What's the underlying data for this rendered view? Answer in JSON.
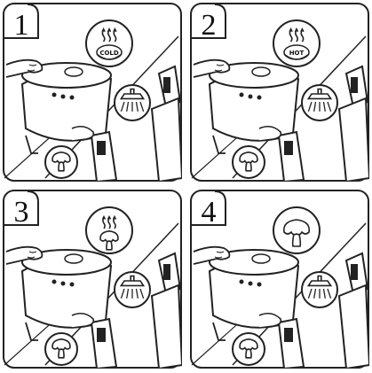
{
  "panels": [
    {
      "number": "1",
      "top_icon": "steam-cold-icon",
      "top_icon_label": "COLD",
      "left_icon": "mushroom-icon",
      "right_icon": "shower-nozzle-icon"
    },
    {
      "number": "2",
      "top_icon": "steam-hot-icon",
      "top_icon_label": "HOT",
      "left_icon": "mushroom-icon",
      "right_icon": "shower-nozzle-icon"
    },
    {
      "number": "3",
      "top_icon": "steam-mushroom-icon",
      "top_icon_label": "",
      "left_icon": "mushroom-icon",
      "right_icon": "shower-nozzle-icon"
    },
    {
      "number": "4",
      "top_icon": "mushroom-icon",
      "top_icon_label": "",
      "left_icon": "mushroom-icon",
      "right_icon": "shower-nozzle-icon"
    }
  ]
}
